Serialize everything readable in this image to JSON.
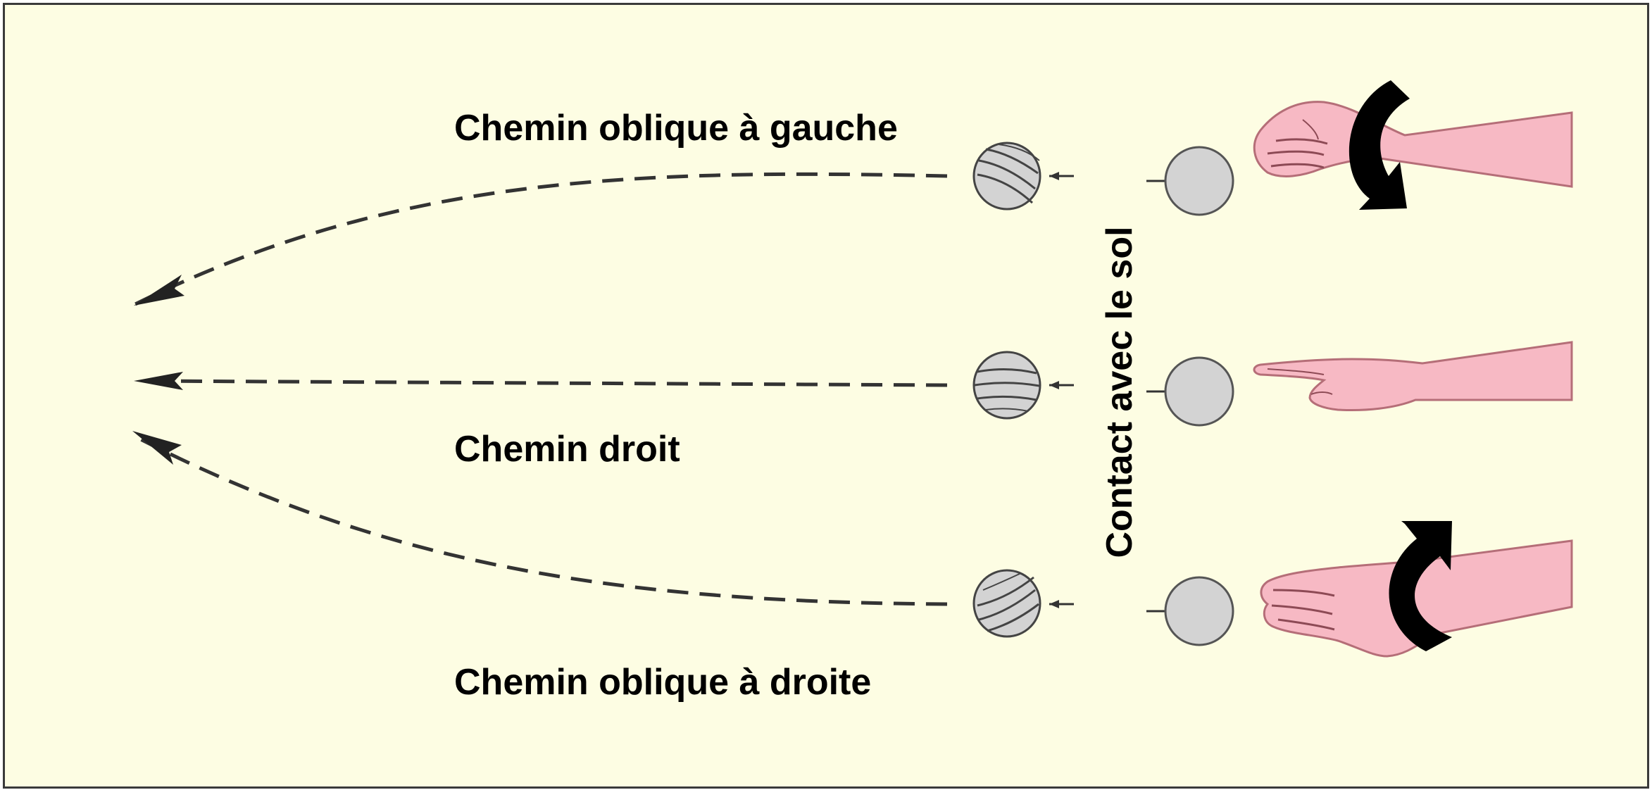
{
  "labels": {
    "oblique_left": "Chemin oblique à gauche",
    "straight": "Chemin droit",
    "oblique_right": "Chemin oblique à droite",
    "ground_contact": "Contact avec le sol"
  },
  "paths": [
    {
      "label_key": "oblique_left",
      "hand": "palm-up-turning",
      "rotation_arrow": "counterclockwise"
    },
    {
      "label_key": "straight",
      "hand": "pointing-flat",
      "rotation_arrow": null
    },
    {
      "label_key": "oblique_right",
      "hand": "palm-down-turning",
      "rotation_arrow": "clockwise"
    }
  ],
  "colors": {
    "background": "#fdfde3",
    "border": "#3a3a3a",
    "ball": "#d3d3d3",
    "skin": "#f7b9c4",
    "skin_outline": "#b56e78",
    "path": "#333333",
    "arrow": "#000000"
  }
}
